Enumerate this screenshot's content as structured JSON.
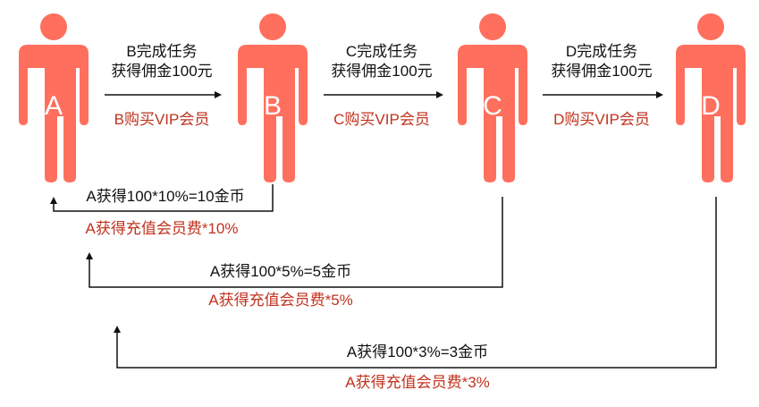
{
  "colors": {
    "person": "#ff6f5e",
    "line": "#111111",
    "red_text": "#c0321e",
    "black_text": "#111111"
  },
  "people": [
    {
      "id": "A",
      "label": "A"
    },
    {
      "id": "B",
      "label": "B"
    },
    {
      "id": "C",
      "label": "C"
    },
    {
      "id": "D",
      "label": "D"
    }
  ],
  "transfers": [
    {
      "task_line1": "B完成任务",
      "task_line2": "获得佣金100元",
      "purchase": "B购买VIP会员"
    },
    {
      "task_line1": "C完成任务",
      "task_line2": "获得佣金100元",
      "purchase": "C购买VIP会员"
    },
    {
      "task_line1": "D完成任务",
      "task_line2": "获得佣金100元",
      "purchase": "D购买VIP会员"
    }
  ],
  "rewards": [
    {
      "gain": "A获得100*10%=10金币",
      "fee": "A获得充值会员费*10%"
    },
    {
      "gain": "A获得100*5%=5金币",
      "fee": "A获得充值会员费*5%"
    },
    {
      "gain": "A获得100*3%=3金币",
      "fee": "A获得充值会员费*3%"
    }
  ]
}
